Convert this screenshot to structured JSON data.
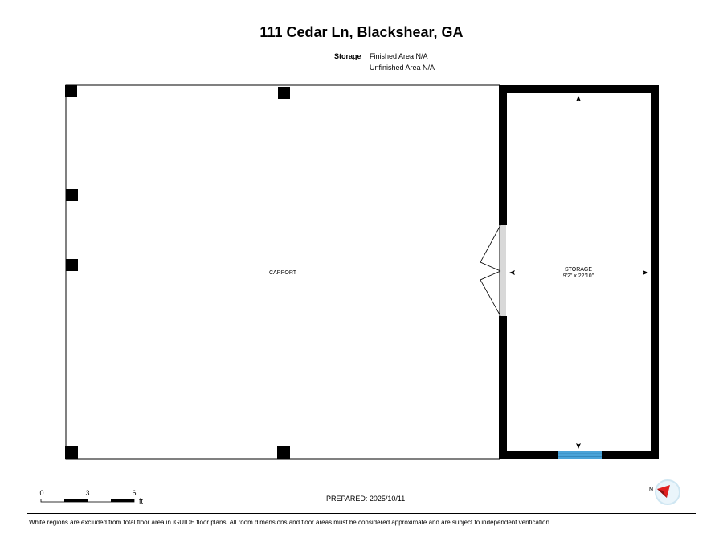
{
  "header": {
    "title": "111 Cedar Ln, Blackshear, GA"
  },
  "area_summary": {
    "section": "Storage",
    "finished": "Finished Area N/A",
    "unfinished": "Unfinished Area N/A"
  },
  "rooms": {
    "carport": {
      "name": "CARPORT"
    },
    "storage": {
      "name": "STORAGE",
      "dimensions": "9'2\" x 22'10\""
    }
  },
  "scale_bar": {
    "ticks": [
      "0",
      "3",
      "6"
    ],
    "unit": "ft"
  },
  "prepared": "PREPARED: 2025/10/11",
  "compass": {
    "label": "N"
  },
  "footer": {
    "disclaimer": "White regions are excluded from total floor area in iGUIDE floor plans. All room dimensions and floor areas must be considered approximate and are subject to independent verification."
  },
  "colors": {
    "window": "#4aa3d8",
    "door_swing": "#d8d8d8",
    "compass_needle": "#e02020",
    "compass_ring": "#cfe6f2"
  }
}
